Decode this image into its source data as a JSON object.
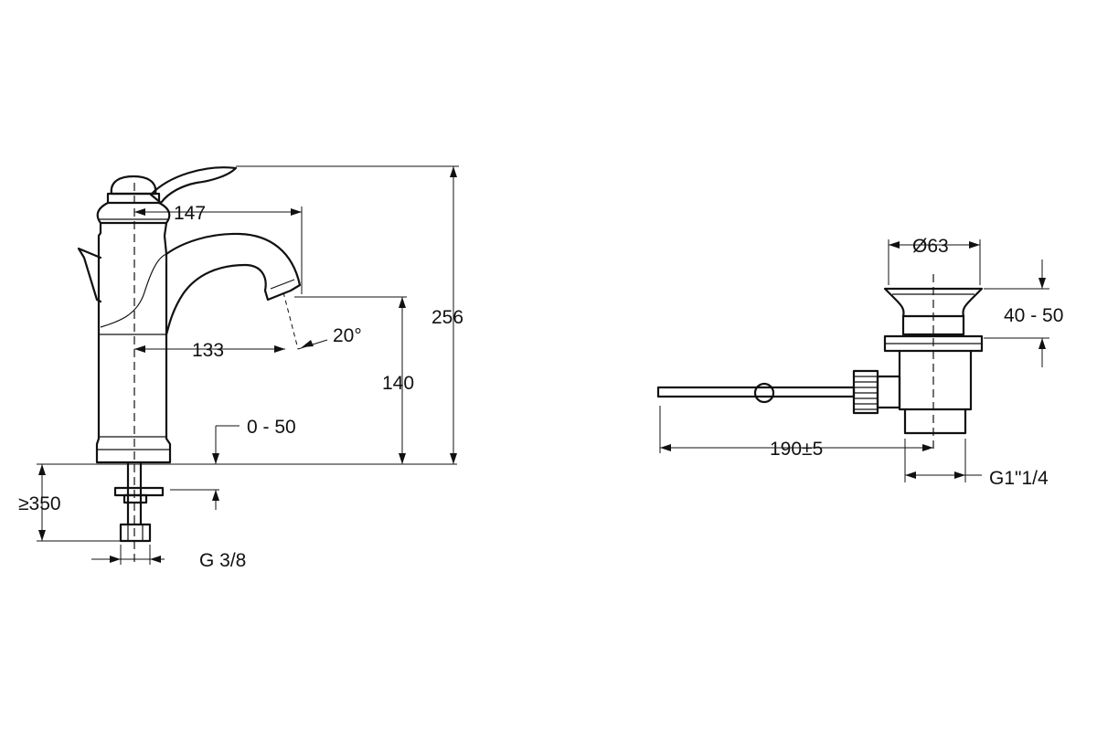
{
  "faucet": {
    "reach_upper": "147",
    "reach_lower": "133",
    "spout_angle": "20°",
    "total_height": "256",
    "spout_height": "140",
    "deck_thickness": "0 - 50",
    "hose_length": "≥350",
    "connection": "G 3/8"
  },
  "drain": {
    "diameter": "Ø63",
    "height_range": "40 - 50",
    "rod_length": "190±5",
    "thread": "G1\"1/4"
  }
}
